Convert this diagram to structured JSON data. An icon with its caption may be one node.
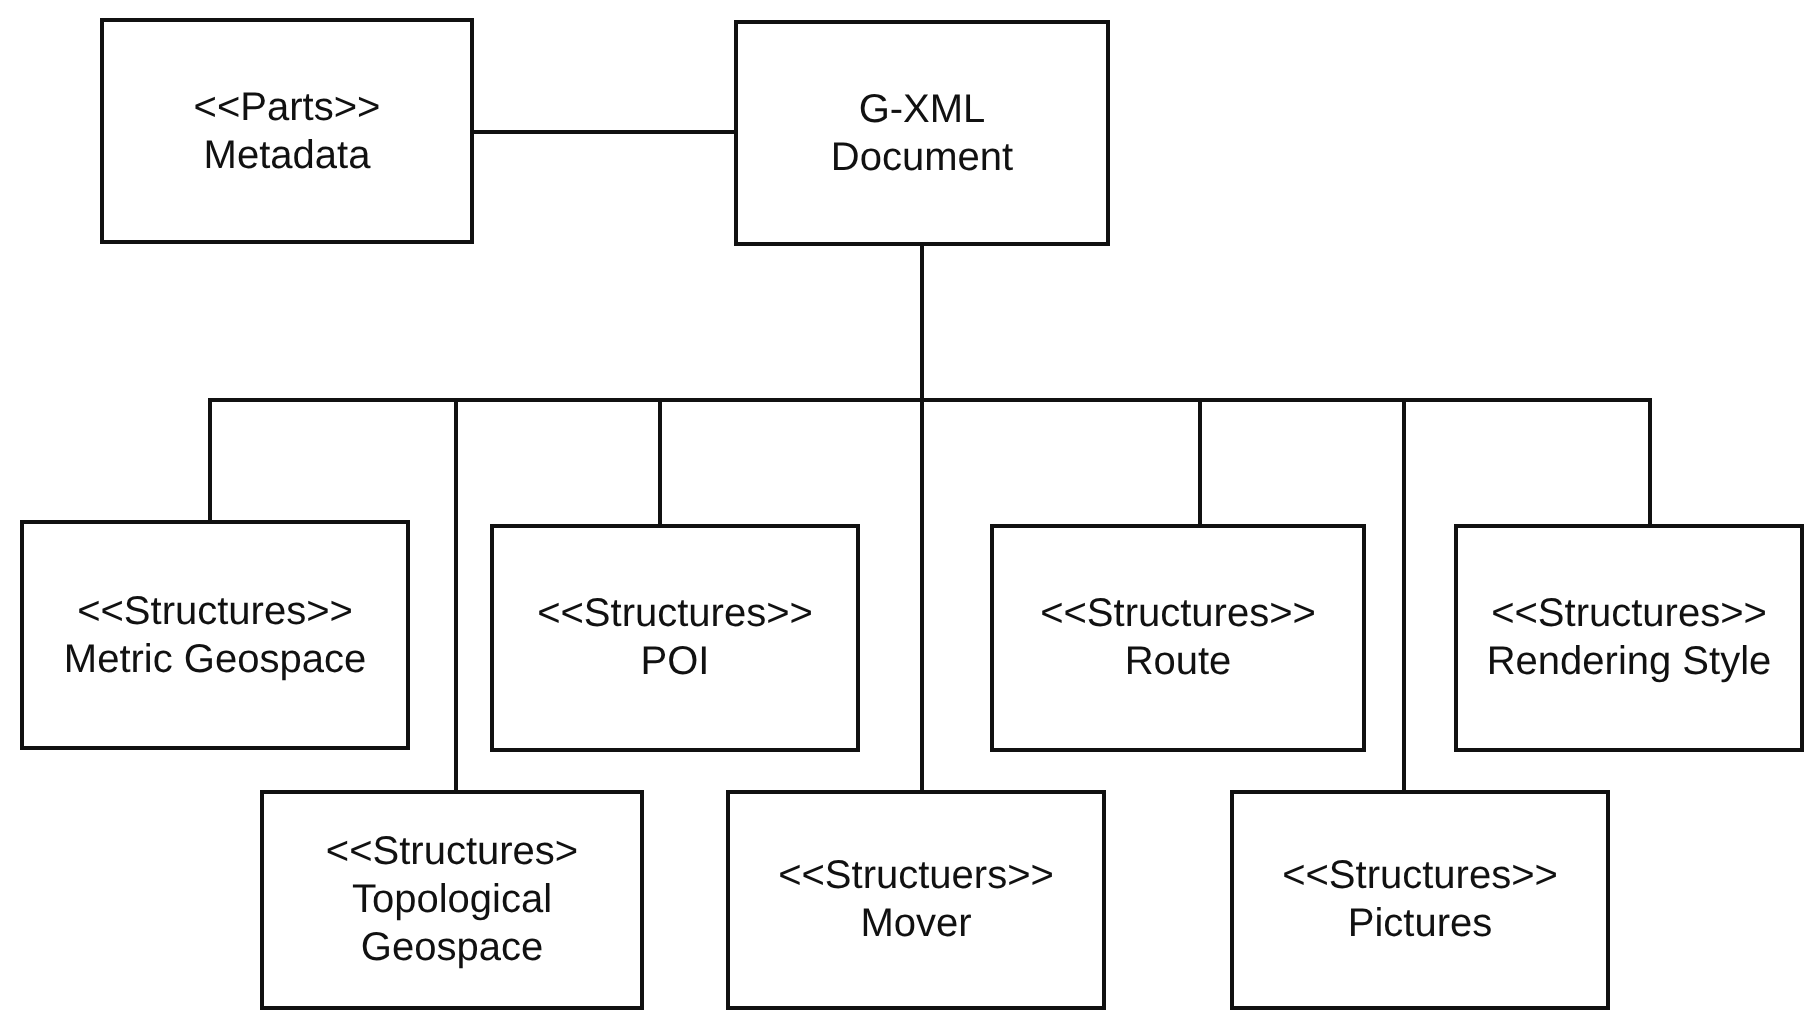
{
  "diagram": {
    "nodes": [
      {
        "text": [
          "<<Parts>>",
          "Metadata"
        ]
      },
      {
        "text": [
          "G-XML",
          "Document"
        ]
      },
      {
        "text": [
          "<<Structures>>",
          "Metric Geospace"
        ]
      },
      {
        "text": [
          "<<Structures>",
          "Topological Geospace"
        ]
      },
      {
        "text": [
          "<<Structures>>",
          "POI"
        ]
      },
      {
        "text": [
          "<<Structuers>>",
          "Mover"
        ]
      },
      {
        "text": [
          "<<Structures>>",
          "Route"
        ]
      },
      {
        "text": [
          "<<Structures>>",
          "Pictures"
        ]
      },
      {
        "text": [
          "<<Structures>>",
          "Rendering Style"
        ]
      }
    ],
    "edges": [
      {
        "from": 0,
        "to": 1,
        "arrow": "none"
      },
      {
        "from": 1,
        "to": 2,
        "arrow": "none"
      },
      {
        "from": 1,
        "to": 3,
        "arrow": "none"
      },
      {
        "from": 1,
        "to": 4,
        "arrow": "none"
      },
      {
        "from": 1,
        "to": 5,
        "arrow": "none"
      },
      {
        "from": 1,
        "to": 6,
        "arrow": "none"
      },
      {
        "from": 1,
        "to": 7,
        "arrow": "none"
      },
      {
        "from": 1,
        "to": 8,
        "arrow": "none"
      }
    ]
  }
}
